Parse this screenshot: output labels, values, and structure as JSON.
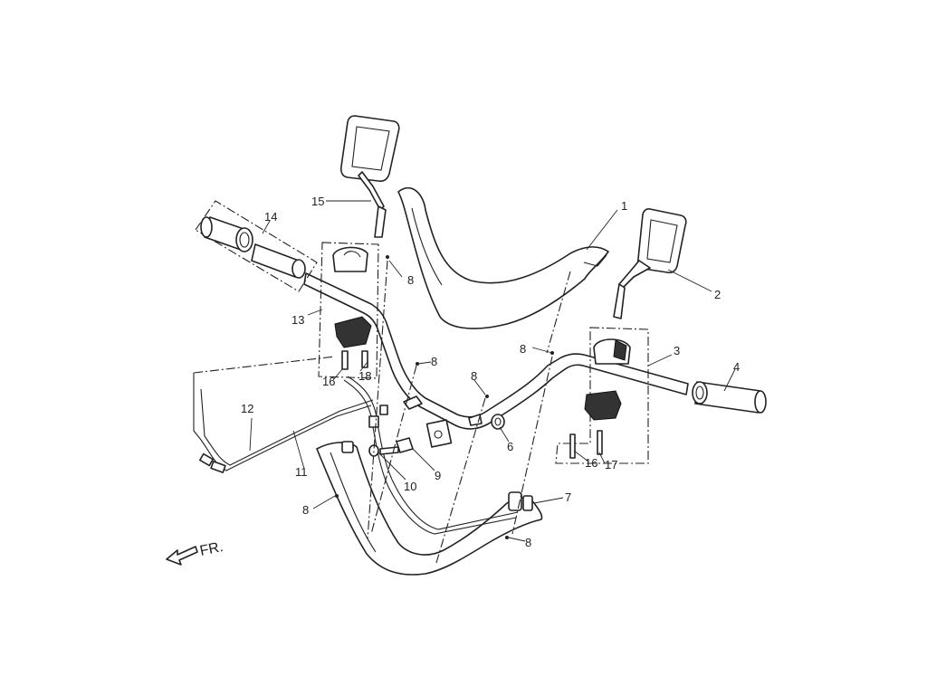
{
  "callouts": {
    "c1": "1",
    "c2": "2",
    "c3": "3",
    "c4": "4",
    "c6": "6",
    "c7": "7",
    "c8a": "8",
    "c8b": "8",
    "c8c": "8",
    "c8d": "8",
    "c8e": "8",
    "c8f": "8",
    "c9": "9",
    "c10": "10",
    "c11": "11",
    "c12": "12",
    "c13": "13",
    "c14": "14",
    "c15": "15",
    "c16a": "16",
    "c16b": "16",
    "c17": "17",
    "c18": "18"
  },
  "direction_label": "FR."
}
